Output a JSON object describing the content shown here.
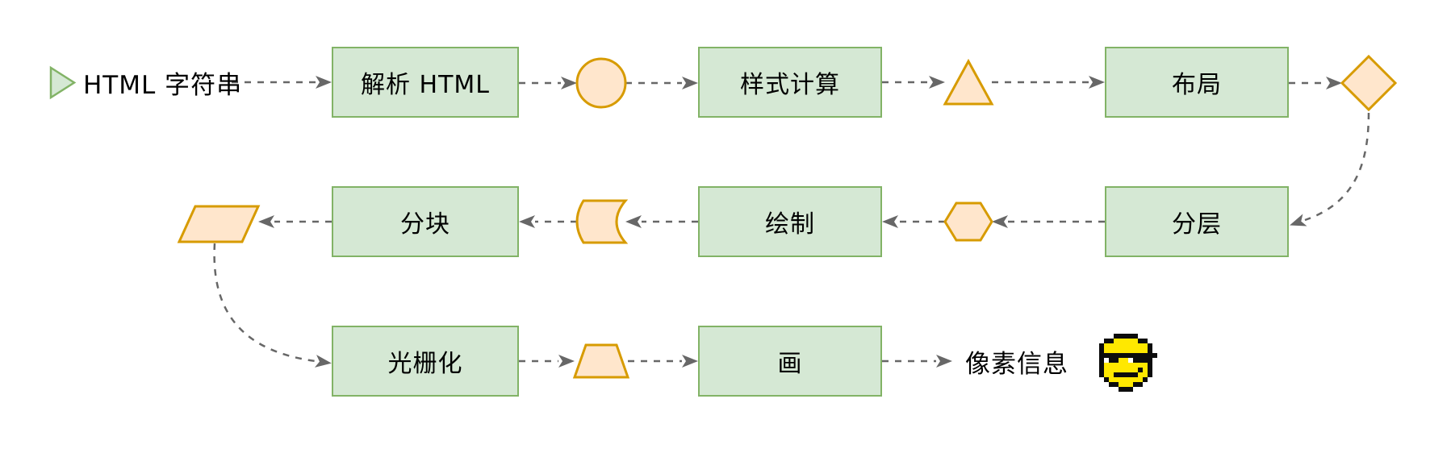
{
  "colors": {
    "green_fill": "#d5e8d4",
    "green_stroke": "#82b366",
    "orange_fill": "#ffe6cc",
    "orange_stroke": "#d79b00",
    "arrow": "#676767",
    "text": "#000000",
    "background": "#ffffff"
  },
  "start": {
    "label": "HTML 字符串",
    "icon": "play-triangle-icon"
  },
  "end": {
    "label": "像素信息",
    "icon": "pixel-smiley-sunglasses-emoji"
  },
  "nodes": [
    {
      "id": "parse-html",
      "label": "解析 HTML"
    },
    {
      "id": "style-calc",
      "label": "样式计算"
    },
    {
      "id": "layout",
      "label": "布局"
    },
    {
      "id": "layering",
      "label": "分层"
    },
    {
      "id": "paint",
      "label": "绘制"
    },
    {
      "id": "tiling",
      "label": "分块"
    },
    {
      "id": "rasterize",
      "label": "光栅化"
    },
    {
      "id": "draw",
      "label": "画"
    }
  ],
  "connector_glyphs": [
    "circle",
    "triangle-up",
    "diamond",
    "hexagon",
    "stored-data",
    "parallelogram",
    "trapezoid"
  ],
  "flow": [
    "HTML 字符串 → 解析 HTML",
    "解析 HTML → ○ → 样式计算",
    "样式计算 → △ → 布局",
    "布局 → ◇ → 分层",
    "分层 → ⬡ → 绘制",
    "绘制 → 存储数据形 → 分块",
    "分块 → ▱ → 光栅化",
    "光栅化 → 梯形 → 画",
    "画 → 像素信息 😎"
  ],
  "arrow_style": "dashed",
  "emoji": {
    "palette": {
      "K": "#0c0c0c",
      "Y": "#ffe800",
      "W": "#ffffff"
    },
    "grid": [
      "...KKKKK....",
      ".KKYYYYYKK..",
      "KYYYYYYYYYK.",
      "KYYYYYYYYYK.",
      "KKKKKKKKKKKK",
      "KWKKYYWKKKK.",
      "KYYYYYYYYYK.",
      "KYYYYYYYKYK.",
      "KYYKKKKKYYK.",
      ".KYYYYYYYK..",
      "..KKYYYKK...",
      "....KKK....."
    ]
  }
}
